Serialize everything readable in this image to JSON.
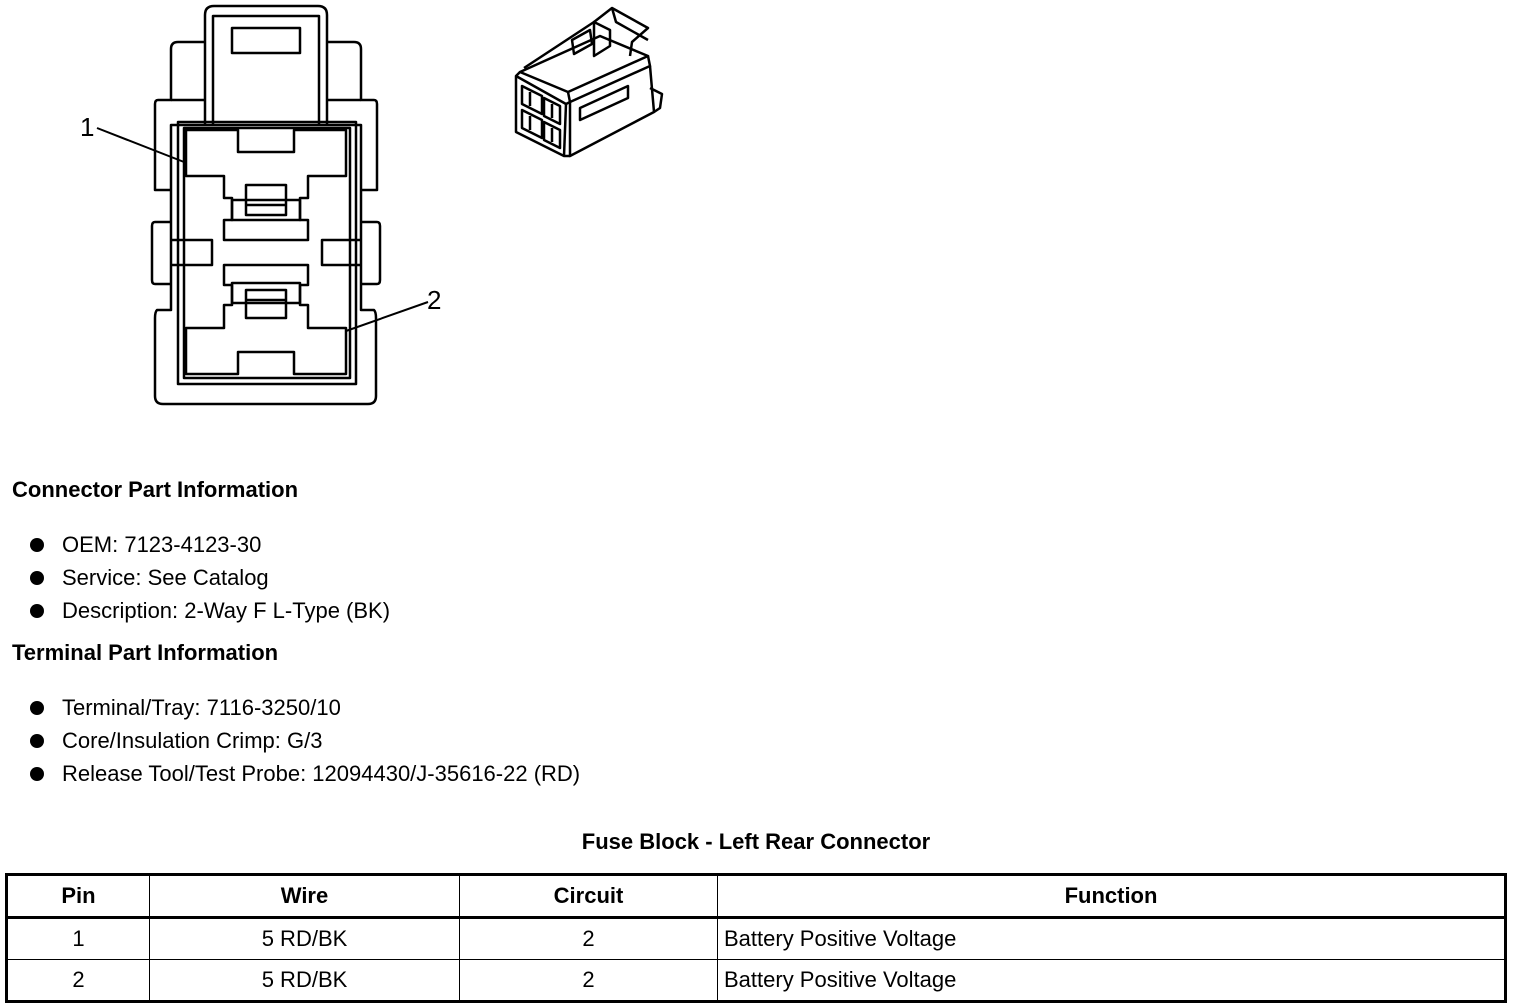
{
  "diagram": {
    "callouts": [
      "1",
      "2"
    ]
  },
  "connector_info": {
    "heading": "Connector Part Information",
    "items": [
      "OEM: 7123-4123-30",
      "Service: See Catalog",
      "Description: 2-Way F L-Type (BK)"
    ]
  },
  "terminal_info": {
    "heading": "Terminal Part Information",
    "items": [
      "Terminal/Tray: 7116-3250/10",
      "Core/Insulation Crimp: G/3",
      "Release Tool/Test Probe: 12094430/J-35616-22 (RD)"
    ]
  },
  "pinout_table": {
    "title": "Fuse Block - Left Rear Connector",
    "headers": {
      "pin": "Pin",
      "wire": "Wire",
      "circuit": "Circuit",
      "function": "Function"
    },
    "rows": [
      {
        "pin": "1",
        "wire": "5 RD/BK",
        "circuit": "2",
        "function": "Battery Positive Voltage"
      },
      {
        "pin": "2",
        "wire": "5 RD/BK",
        "circuit": "2",
        "function": "Battery Positive Voltage"
      }
    ]
  }
}
